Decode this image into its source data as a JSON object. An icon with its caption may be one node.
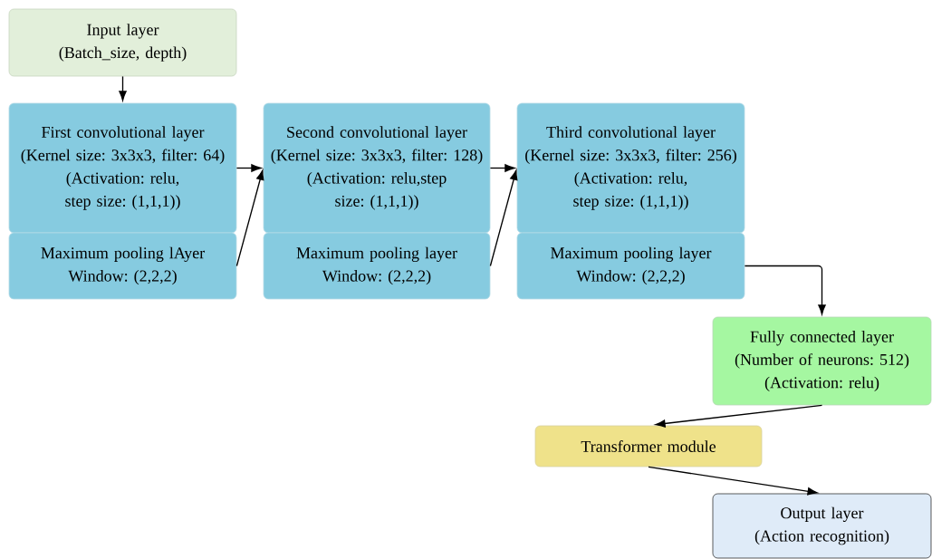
{
  "diagram": {
    "nodes": [
      {
        "text": [
          "Input layer",
          "(Batch_size, depth)"
        ]
      },
      {
        "text": [
          "First convolutional layer",
          "(Kernel size: 3x3x3, filter: 64)",
          "(Activation: relu, step size: (1,1,1))"
        ]
      },
      {
        "text": [
          "Maximum pooling lAyer",
          "Window: (2,2,2)"
        ]
      },
      {
        "text": [
          "Second convolutional layer",
          "(Kernel size: 3x3x3, filter: 128)",
          "(Activation: relu,step size: (1,1,1))"
        ]
      },
      {
        "text": [
          "Maximum pooling layer",
          "Window: (2,2,2)"
        ]
      },
      {
        "text": [
          "Third convolutional layer",
          "(Kernel size: 3x3x3, filter: 256)",
          "(Activation: relu, step size: (1,1,1))"
        ]
      },
      {
        "text": [
          "Maximum pooling layer",
          "Window: (2,2,2)"
        ]
      },
      {
        "text": [
          "Fully connected layer",
          "(Number of neurons: 512)",
          "(Activation: relu)"
        ]
      },
      {
        "text": [
          "Transformer module"
        ]
      },
      {
        "text": [
          "Output layer",
          "(Action recognition)"
        ]
      }
    ],
    "edges": [
      {
        "from": 0,
        "to": 1,
        "arrow": "to"
      },
      {
        "from": 1,
        "to": 3,
        "arrow": "to"
      },
      {
        "from": 2,
        "to": 3,
        "arrow": "to"
      },
      {
        "from": 3,
        "to": 5,
        "arrow": "to"
      },
      {
        "from": 4,
        "to": 5,
        "arrow": "to"
      },
      {
        "from": 6,
        "to": 7,
        "arrow": "to"
      },
      {
        "from": 7,
        "to": 8,
        "arrow": "to"
      },
      {
        "from": 8,
        "to": 9,
        "arrow": "to"
      }
    ]
  }
}
